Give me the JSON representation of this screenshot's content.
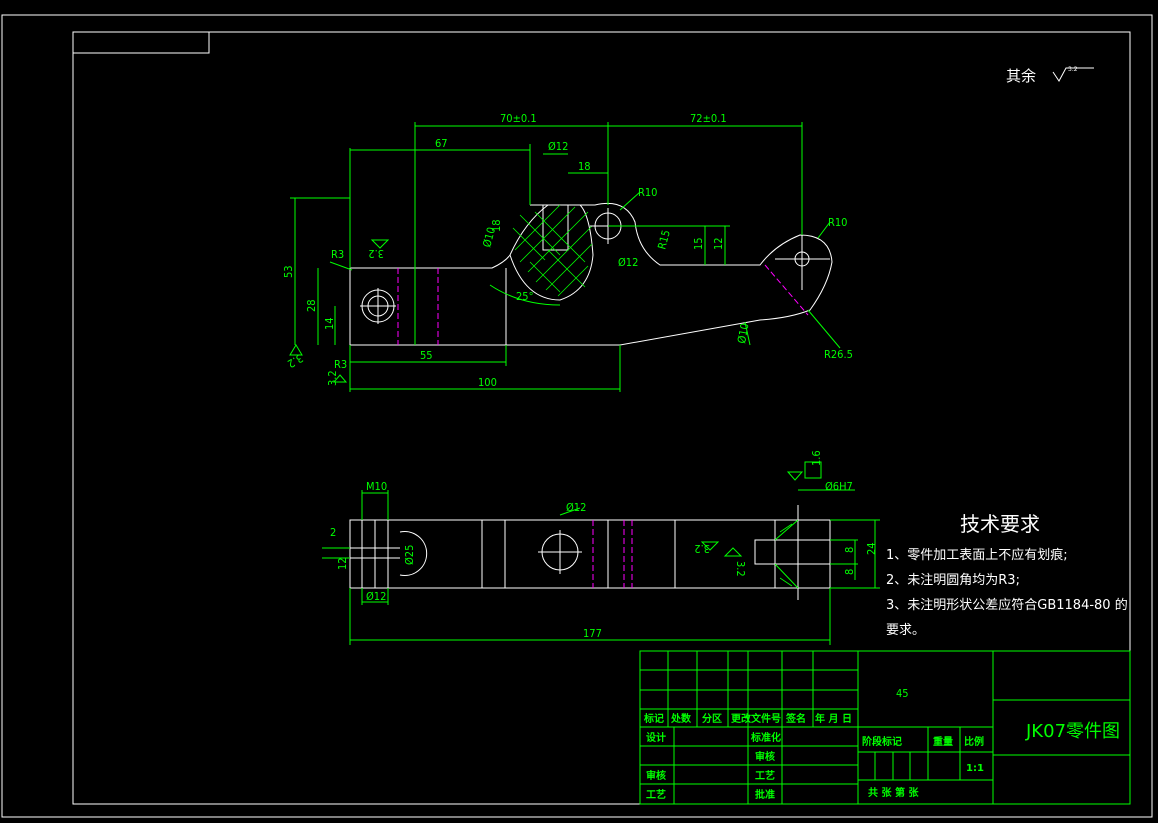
{
  "roughness_note": {
    "prefix": "其余",
    "value": "3.2"
  },
  "dims_top": {
    "d70": "70±0.1",
    "d72": "72±0.1",
    "d67": "67",
    "phi12a": "Ø12",
    "d18a": "18",
    "r10a": "R10",
    "r10b": "R10",
    "d18v": "18",
    "phi10": "Ø10",
    "r15": "R15",
    "d15": "15",
    "d12": "12",
    "phi12b": "Ø12",
    "r3a": "R3",
    "r3b": "R3",
    "d53": "53",
    "d28": "28",
    "d14": "14",
    "d55": "55",
    "d100": "100",
    "ang25": "25°",
    "phi10b": "Ø10",
    "r265": "R26.5",
    "ra32a": "3.2",
    "ra32b": "3.2",
    "ra32c": "3.2"
  },
  "dims_bottom": {
    "m10": "M10",
    "phi12c": "Ø12",
    "phi6h7": "Ø6H7",
    "d2": "2",
    "d12b": "12",
    "phi25": "Ø25",
    "phi12d": "Ø12",
    "d177": "177",
    "d24": "24",
    "d8a": "8",
    "d8b": "8",
    "ra16": "1.6",
    "ra32d": "3.2",
    "ra32e": "3.2"
  },
  "tech": {
    "title": "技术要求",
    "items": [
      "1、零件加工表面上不应有划痕;",
      "2、未注明圆角均为R3;",
      "3、未注明形状公差应符合GB1184-80 的",
      "要求。"
    ]
  },
  "title_block": {
    "material": "45",
    "drawing_name": "JK07零件图",
    "hdr": [
      "标记",
      "处数",
      "分区",
      "更改文件号",
      "签名",
      "年 月 日"
    ],
    "design": "设计",
    "standard": "标准化",
    "review": "审核",
    "process": "工艺",
    "approve": "批准",
    "audit2": "审核",
    "stage": "阶段标记",
    "weight": "重量",
    "scale_label": "比例",
    "scale": "1:1",
    "sheets": "共  张  第  张"
  }
}
